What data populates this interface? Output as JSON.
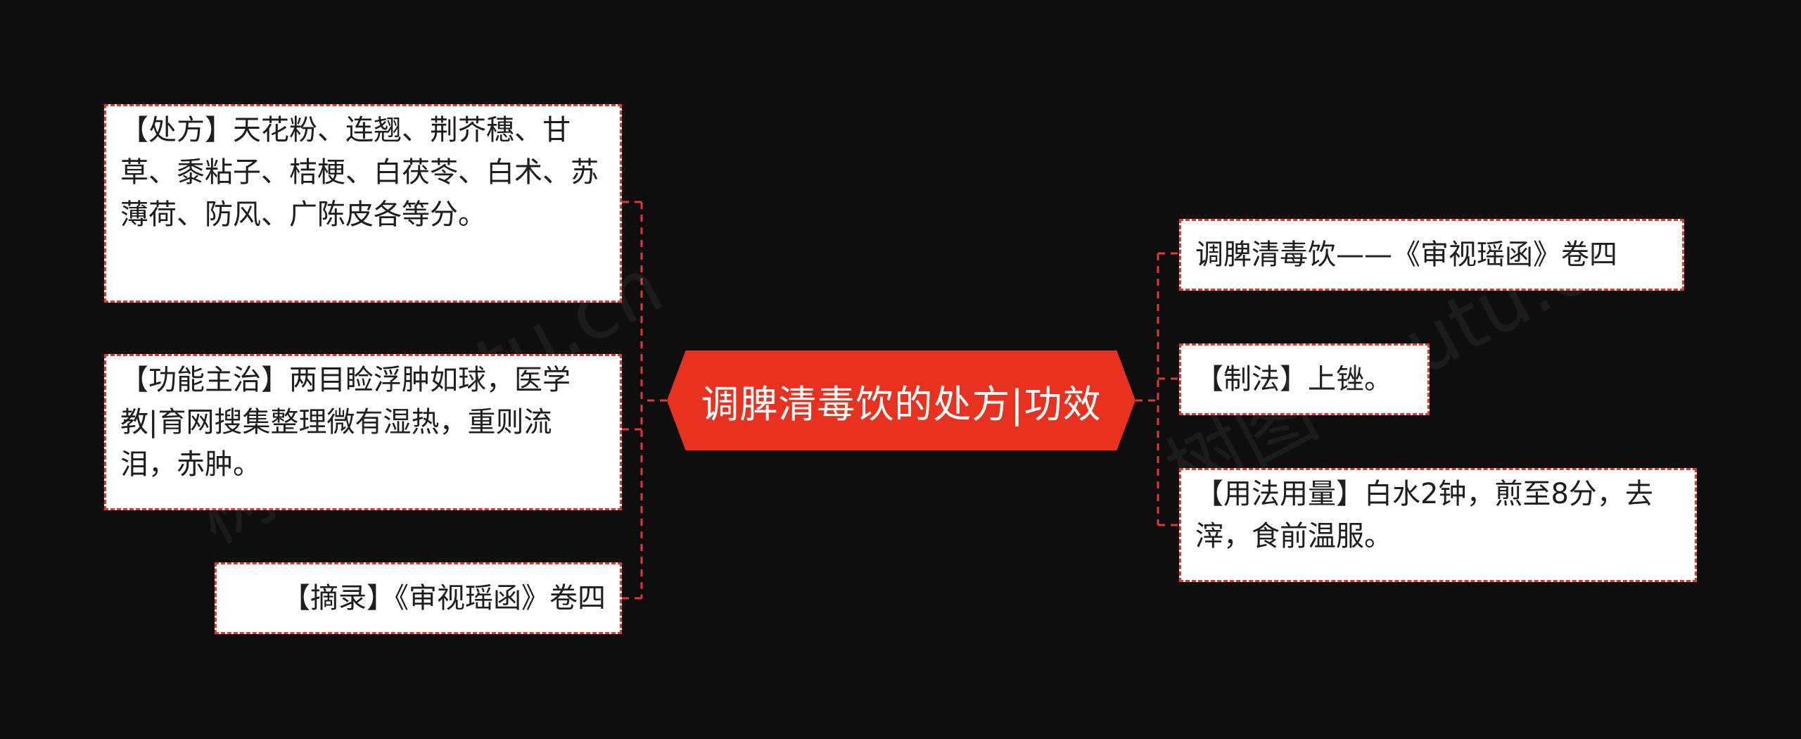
{
  "center": {
    "label": "调脾清毒饮的处方|功效"
  },
  "left_nodes": [
    {
      "label": "【处方】天花粉、连翘、荆芥穗、甘草、黍粘子、桔梗、白茯苓、白术、苏薄荷、防风、广陈皮各等分。"
    },
    {
      "label": "【功能主治】两目睑浮肿如球，医学教|育网搜集整理微有湿热，重则流泪，赤肿。"
    },
    {
      "label": "【摘录】《审视瑶函》卷四"
    }
  ],
  "right_nodes": [
    {
      "label": "调脾清毒饮——《审视瑶函》卷四"
    },
    {
      "label": "【制法】上锉。"
    },
    {
      "label": "【用法用量】白水2钟，煎至8分，去滓，食前温服。"
    }
  ],
  "watermark": {
    "left": "树图 shutu.cn",
    "right": "树图 shutu.cn"
  },
  "colors": {
    "background": "#0e0e0f",
    "accent": "#e8321f",
    "connector": "#e03a2c",
    "node_fill": "#ffffff"
  }
}
